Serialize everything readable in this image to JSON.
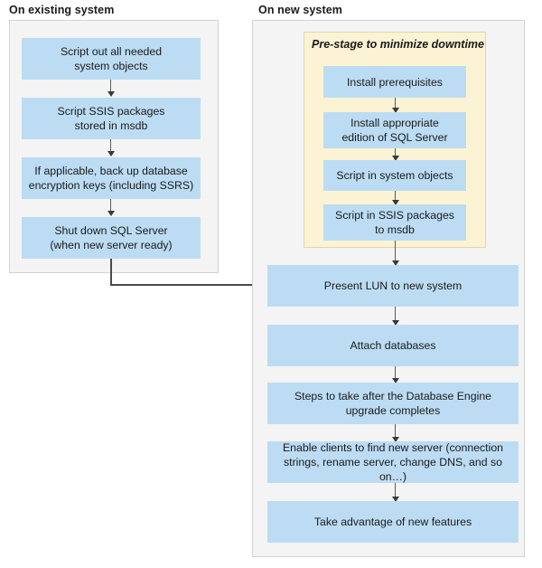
{
  "diagram": {
    "title_left": "On existing system",
    "title_right": "On new system",
    "prestage_title": "Pre-stage to minimize downtime",
    "colors": {
      "node_fill": "#bcdcf3",
      "panel_fill": "#f4f4f4",
      "panel_border": "#d2d2d2",
      "prestage_fill": "#fcf3d4",
      "prestage_border": "#dfd6ae",
      "arrow": "#3a3a3a",
      "text": "#1a1a1a"
    },
    "left_nodes": [
      {
        "line1": "Script out all needed",
        "line2": "system objects"
      },
      {
        "line1": "Script SSIS packages",
        "line2": "stored in msdb"
      },
      {
        "line1": "If applicable, back up database",
        "line2": "encryption keys (including SSRS)"
      },
      {
        "line1": "Shut down SQL Server",
        "line2": "(when new server ready)"
      }
    ],
    "prestage_nodes": [
      {
        "line1": "Install prerequisites",
        "line2": ""
      },
      {
        "line1": "Install appropriate",
        "line2": "edition of SQL Server"
      },
      {
        "line1": "Script in system objects",
        "line2": ""
      },
      {
        "line1": "Script in SSIS packages",
        "line2": "to msdb"
      }
    ],
    "right_nodes": [
      {
        "line1": "Present LUN to new system",
        "line2": ""
      },
      {
        "line1": "Attach databases",
        "line2": ""
      },
      {
        "line1": "Steps to take after the Database Engine",
        "line2": "upgrade completes"
      },
      {
        "line1": "Enable clients to find new server (connection",
        "line2": "strings, rename server, change DNS, and so on…)"
      },
      {
        "line1": "Take advantage of new features",
        "line2": ""
      }
    ]
  }
}
